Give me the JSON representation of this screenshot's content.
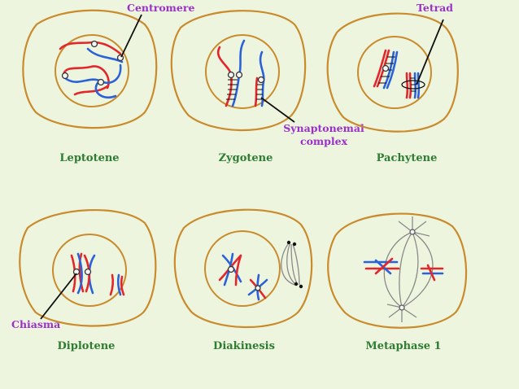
{
  "stages": [
    {
      "id": "leptotene",
      "name": "Leptotene"
    },
    {
      "id": "zygotene",
      "name": "Zygotene"
    },
    {
      "id": "pachytene",
      "name": "Pachytene"
    },
    {
      "id": "diplotene",
      "name": "Diplotene"
    },
    {
      "id": "diakinesis",
      "name": "Diakinesis"
    },
    {
      "id": "metaphase1",
      "name": "Metaphase 1"
    }
  ],
  "callouts": {
    "centromere": "Centromere",
    "tetrad": "Tetrad",
    "synaptonemal_line1": "Synaptonemal",
    "synaptonemal_line2": "complex",
    "chiasma": "Chiasma"
  },
  "colors": {
    "background": "#eef5df",
    "cell_outline": "#c98b2c",
    "maternal_chromosome": "#e3262b",
    "paternal_chromosome": "#2b62d9",
    "stage_label": "#2e7d32",
    "callout_label": "#9b30c9"
  }
}
